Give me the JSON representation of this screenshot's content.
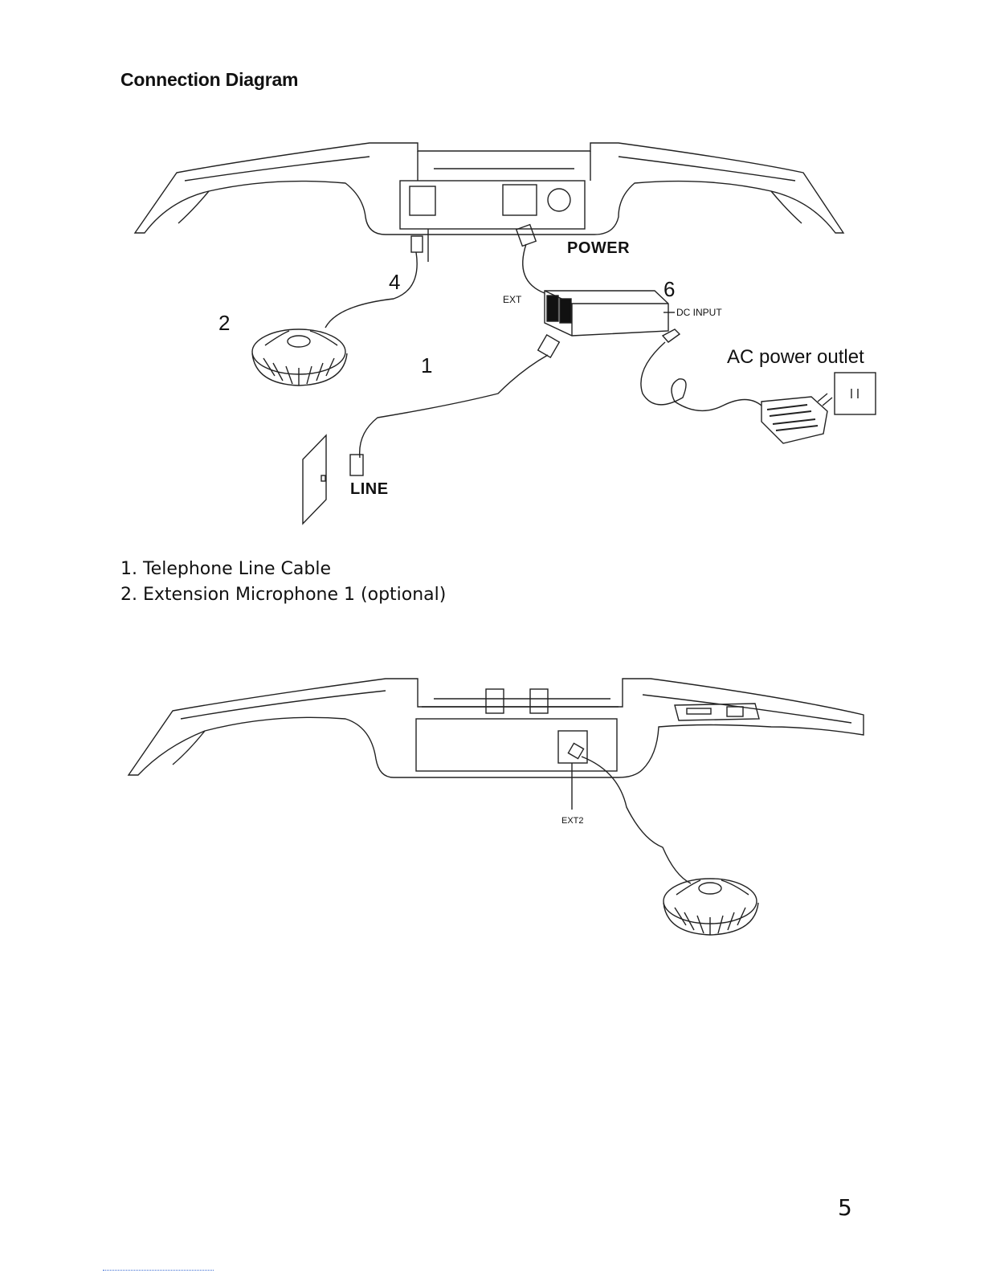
{
  "page": {
    "title": "Connection Diagram",
    "page_number": "5"
  },
  "diagram_top": {
    "labels": {
      "power": "POWER",
      "ext": "EXT",
      "dc_input": "DC INPUT",
      "ac_power_outlet": "AC power outlet",
      "line": "LINE",
      "num_1": "1",
      "num_2": "2",
      "num_4": "4",
      "num_6": "6"
    }
  },
  "diagram_bottom": {
    "labels": {
      "ext2": "EXT2"
    }
  },
  "legend": {
    "items": [
      "1. Telephone Line Cable",
      "2. Extension Microphone 1 (optional)"
    ]
  }
}
